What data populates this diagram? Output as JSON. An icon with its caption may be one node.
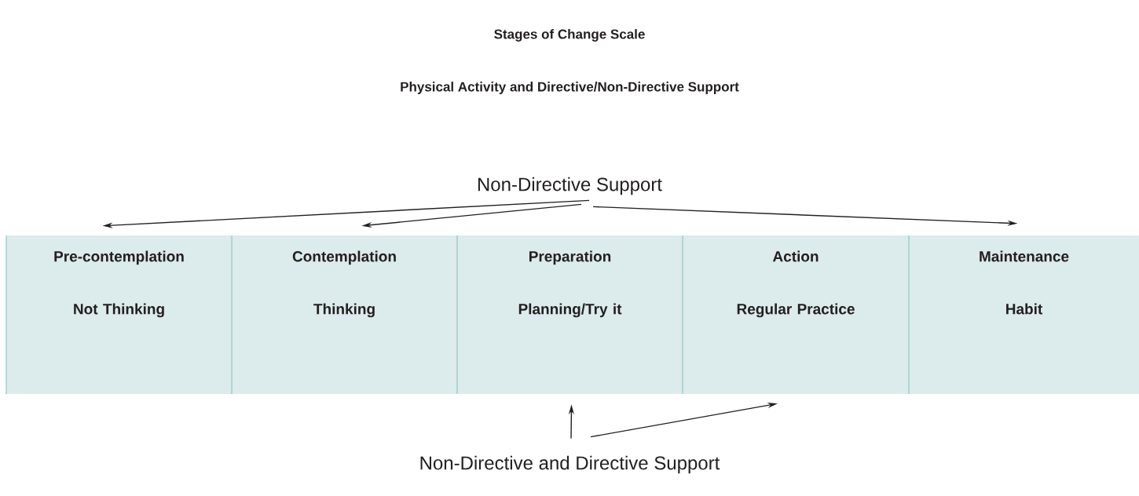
{
  "diagram": {
    "title": "Stages of Change Scale",
    "nodes": [
      {
        "text": [
          "Non-Directive Support"
        ]
      },
      {
        "text": [
          "Pre-contemplation",
          "Not Thinking"
        ]
      },
      {
        "text": [
          "Contemplation",
          "Thinking"
        ]
      },
      {
        "text": [
          "Preparation",
          "Planning/Try it"
        ]
      },
      {
        "text": [
          "Action",
          "Regular Practice"
        ]
      },
      {
        "text": [
          "Maintenance",
          "Habit"
        ]
      },
      {
        "text": [
          "Non-Directive and Directive Support"
        ]
      }
    ],
    "edges": [
      {
        "from": 0,
        "to": 1,
        "arrow": "to"
      },
      {
        "from": 0,
        "to": 2,
        "arrow": "to"
      },
      {
        "from": 0,
        "to": 5,
        "arrow": "to"
      },
      {
        "from": 6,
        "to": 3,
        "arrow": "to"
      },
      {
        "from": 6,
        "to": 4,
        "arrow": "to"
      }
    ],
    "labels": [
      "Physical Activity and Directive/Non-Directive Support"
    ]
  }
}
